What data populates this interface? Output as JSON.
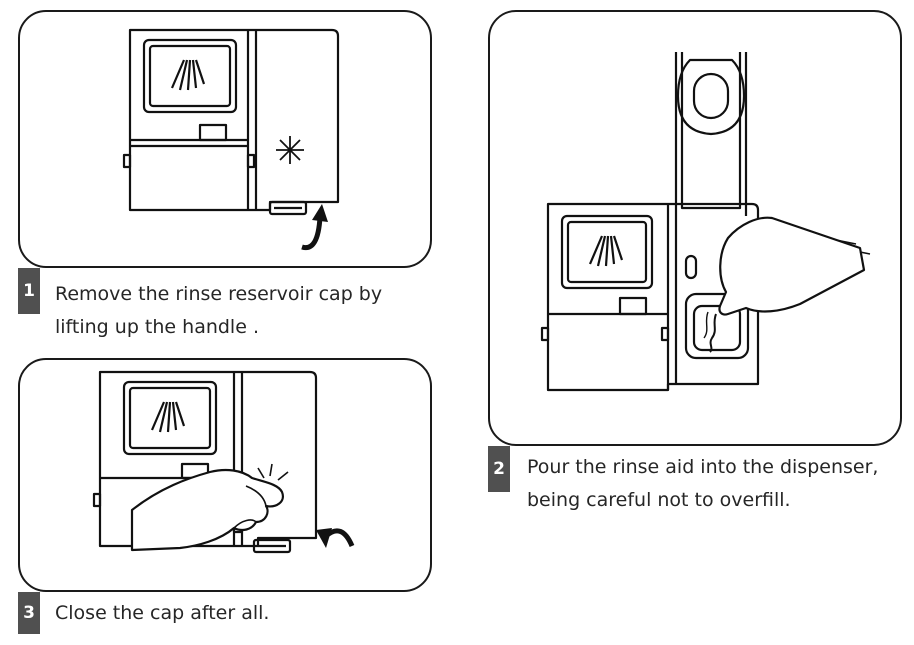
{
  "steps": [
    {
      "number": "1",
      "lines": [
        "Remove the rinse reservoir cap by",
        "lifting up the handle ."
      ]
    },
    {
      "number": "2",
      "lines": [
        "Pour the rinse aid into the dispenser,",
        "being careful not to overfill."
      ]
    },
    {
      "number": "3",
      "lines": [
        "Close the cap after all."
      ]
    }
  ]
}
